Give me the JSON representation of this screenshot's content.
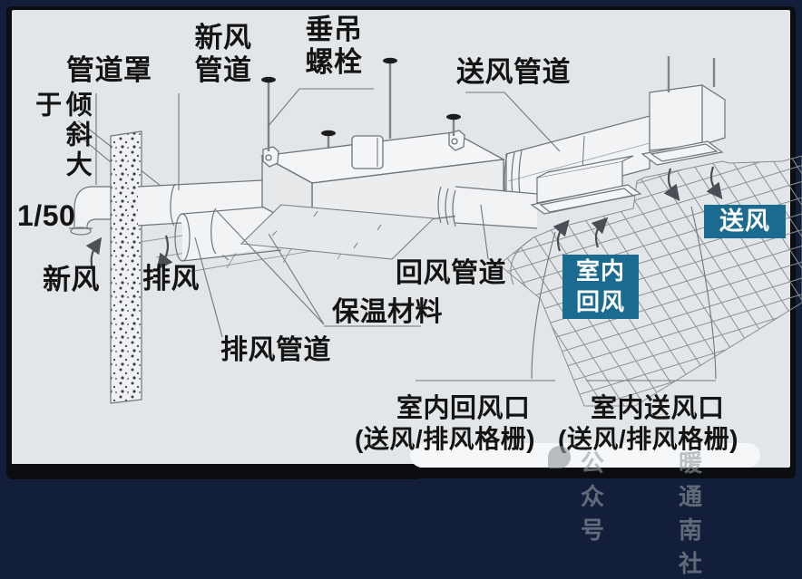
{
  "frame": {
    "outer_color": "#131f3a",
    "border_color": "#0b0d11",
    "canvas_color": "#e3e6e9",
    "accent_tag_color": "#1b6b90"
  },
  "labels": {
    "pipe_cover": "管道罩",
    "fresh_air_duct": "新风\n管道",
    "hanging_bolt": "垂吊\n螺栓",
    "supply_duct": "送风管道",
    "slope_text": "倾斜大于",
    "slope_value": "1/50",
    "fresh_air": "新风",
    "exhaust_air": "排风",
    "return_duct": "回风管道",
    "insulation": "保温材料",
    "exhaust_duct": "排风管道",
    "indoor_return_outlet": "室内回风口",
    "indoor_return_outlet_sub": "(送风/排风格栅)",
    "indoor_supply_outlet": "室内送风口",
    "indoor_supply_outlet_sub": "(送风/排风格栅)"
  },
  "tags": {
    "supply": "送风",
    "indoor_return": "室内\n回风"
  },
  "watermark": {
    "text1": "公众号",
    "text2": "暖通南社"
  }
}
